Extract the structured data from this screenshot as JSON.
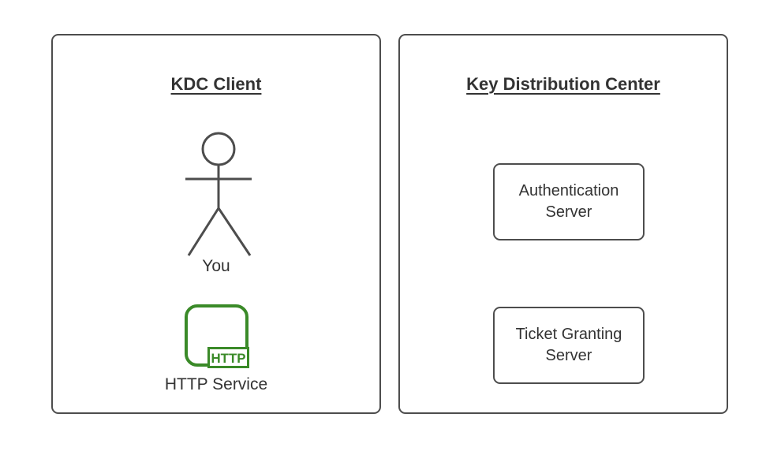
{
  "colors": {
    "stroke": "#4d4d4d",
    "text": "#333333",
    "accent-green": "#3a8a28",
    "node-fill": "#ffffff",
    "background": "#ffffff"
  },
  "client_panel": {
    "title": "KDC Client",
    "actor": {
      "label": "You",
      "icon": "stick-figure-person"
    },
    "service": {
      "label": "HTTP Service",
      "badge": "HTTP",
      "icon": "http-service"
    }
  },
  "kdc_panel": {
    "title": "Key Distribution Center",
    "nodes": [
      {
        "label": "Authentication Server"
      },
      {
        "label": "Ticket Granting Server"
      }
    ]
  }
}
